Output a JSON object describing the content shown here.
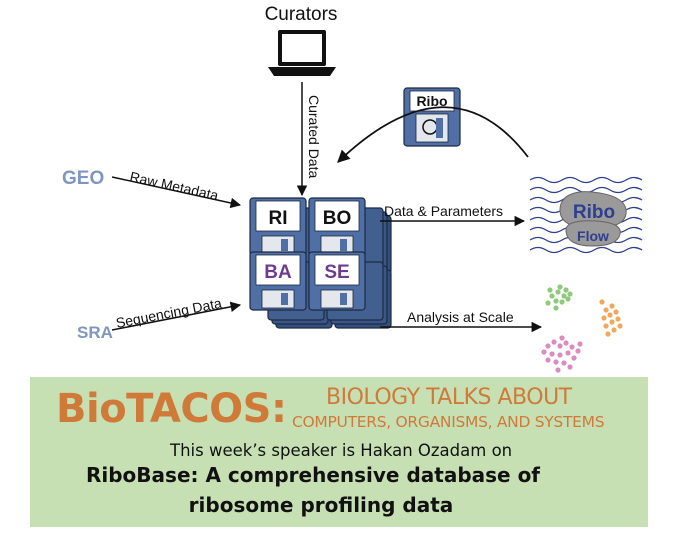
{
  "diagram": {
    "curators_label": "Curators",
    "curated_data_label": "Curated Data",
    "geo_label": "GEO",
    "raw_metadata_label": "Raw Metadata",
    "sra_label": "SRA",
    "sequencing_data_label": "Sequencing Data",
    "floppy_tiles": [
      "RI",
      "BO",
      "BA",
      "SE"
    ],
    "data_params_label": "Data & Parameters",
    "analysis_label": "Analysis at Scale",
    "ribo_disk_label": "Ribo",
    "riboflow_labels": [
      "Ribo",
      "Flow"
    ]
  },
  "banner": {
    "title": "BioTACOS:",
    "subtitle_line1": "BIOLOGY TALKS ABOUT",
    "subtitle_line2": "COMPUTERS, ORGANISMS, AND SYSTEMS",
    "speaker_line": "This week’s speaker is Hakan Ozadam on",
    "talk_title_line1": "RiboBase: A comprehensive database of",
    "talk_title_line2": "ribosome profiling data"
  },
  "colors": {
    "banner_bg": "#c6e0b4",
    "title_orange": "#d07a3a",
    "floppy_blue": "#4f6fa5",
    "ba_se_purple": "#6f3b8c",
    "geo_sra_blue": "#7f97bf",
    "wave_blue": "#2f3f8f"
  }
}
